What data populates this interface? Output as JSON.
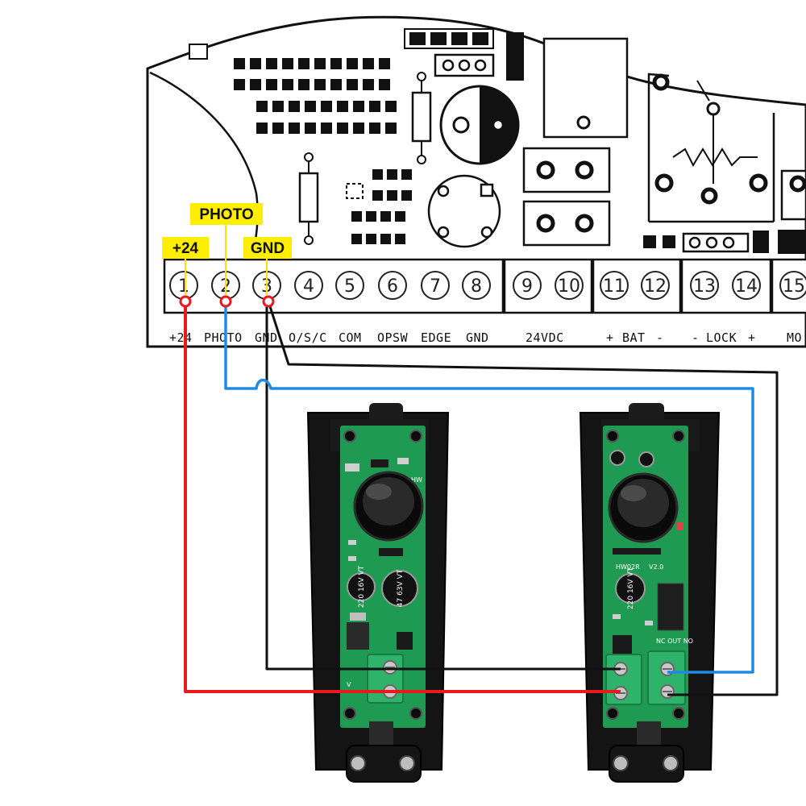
{
  "callouts": {
    "plus24": "+24",
    "photo": "PHOTO",
    "gnd": "GND"
  },
  "terminal_numbers": [
    "1",
    "2",
    "3",
    "4",
    "5",
    "6",
    "7",
    "8",
    "9",
    "10",
    "11",
    "12",
    "13",
    "14",
    "15"
  ],
  "strip_labels": {
    "plus24": "+24",
    "photo": "PHOTO",
    "gnd": "GND",
    "osc": "O/S/C",
    "com": "COM",
    "opsw": "OPSW",
    "edge": "EDGE",
    "gnd2": "GND",
    "vdc": "24VDC",
    "bat_plus": "+",
    "bat": "BAT",
    "bat_minus": "-",
    "lock_minus": "-",
    "lock": "LOCK",
    "lock_plus": "+",
    "mo": "MO"
  },
  "transmitter": {
    "cap_left": "220 16V VT",
    "cap_right": "47 63V VT",
    "board_label": "HW",
    "terminal_label": "V"
  },
  "receiver": {
    "cap": "220 16V VT",
    "board_label": "HW02R",
    "version": "V2.0",
    "relay_label": "NC OUT NO"
  },
  "colors": {
    "wire_24v": "#e8191f",
    "wire_photo": "#1f8be0",
    "wire_gnd": "#111111",
    "callout_bg": "#ffee00",
    "pcb": "#1f9a52",
    "housing": "#141414"
  }
}
